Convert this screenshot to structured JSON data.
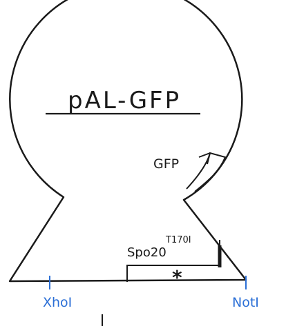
{
  "diagram": {
    "plasmid_name": "pAL-GFP",
    "gfp_label": "GFP",
    "spo20_label": "Spo20",
    "spo20_superscript": "T170I",
    "asterisk": "*",
    "left_site": "XhoI",
    "right_site": "NotI",
    "colors": {
      "ink": "#1a1a1a",
      "restriction_site": "#2b6fd6"
    }
  }
}
